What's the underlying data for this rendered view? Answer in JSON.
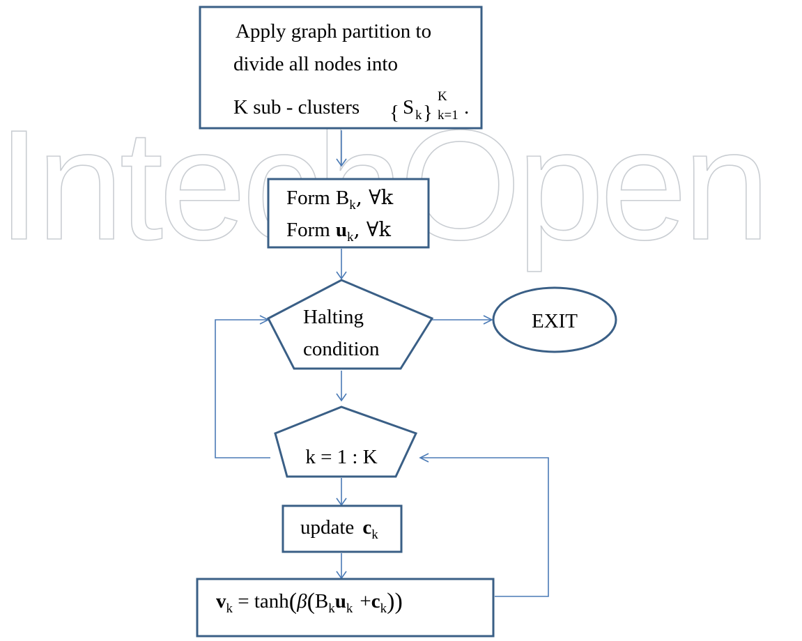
{
  "watermark": "IntechOpen",
  "nodes": {
    "partition": {
      "line1": "Apply graph partition to",
      "line2": "divide all nodes into",
      "line3_prefix": "K sub - clusters",
      "set_S": "S",
      "set_k": "k",
      "set_K_sup": "K",
      "set_k_eq_1": "k=1",
      "period": "."
    },
    "form": {
      "line1_word": "Form",
      "line1_B": "B",
      "line1_k_sub": "k",
      "line1_forall": ", ∀k",
      "line2_word": "Form",
      "line2_u": "u",
      "line2_k_sub": "k",
      "line2_forall": ", ∀k"
    },
    "halting": {
      "line1": "Halting",
      "line2": "condition"
    },
    "exit": {
      "label": "EXIT"
    },
    "loop": {
      "label": "k = 1 : K"
    },
    "update": {
      "word": "update",
      "c": "c",
      "k_sub": "k"
    },
    "compute": {
      "v": "v",
      "k1": "k",
      "eq_tanh": " = tanh",
      "beta": "β",
      "B": "B",
      "k2": "k",
      "u": "u",
      "k3": "k",
      "plus": "+",
      "c": "c",
      "k4": "k",
      "close": "))"
    }
  },
  "colors": {
    "box_stroke": "#3a5f86",
    "arrow": "#4a7ab5",
    "watermark": "#c9cdd2"
  }
}
